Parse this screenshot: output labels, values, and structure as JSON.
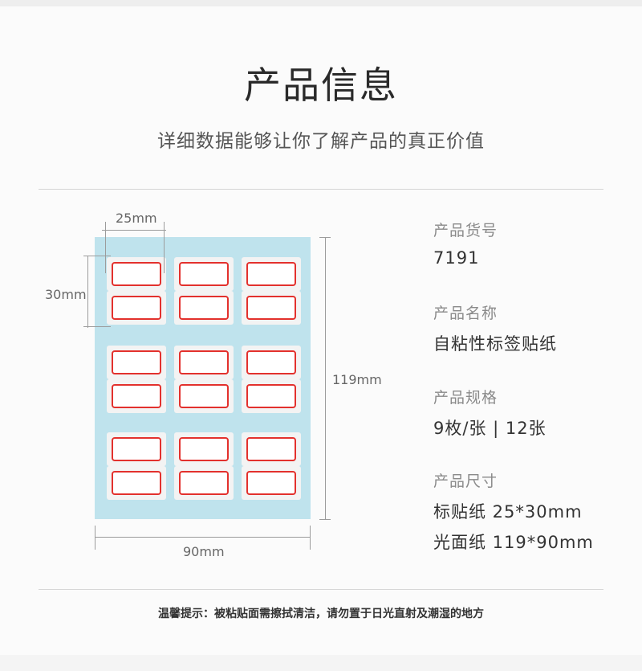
{
  "header": {
    "title": "产品信息",
    "subtitle": "详细数据能够让你了解产品的真正价值"
  },
  "diagram": {
    "dim_width_label": "25mm",
    "dim_height_label": "30mm",
    "sheet_height_label": "119mm",
    "sheet_width_label": "90mm",
    "sticker_fill": "#ffffff",
    "sticker_border_color": "#e3312d",
    "sheet_color": "#bfe3ed"
  },
  "specs": {
    "item_no_label": "产品货号",
    "item_no_value": "7191",
    "name_label": "产品名称",
    "name_value": "自粘性标签贴纸",
    "spec_label": "产品规格",
    "spec_value": "9枚/张 | 12张",
    "size_label": "产品尺寸",
    "size_value_1": "标贴纸 25*30mm",
    "size_value_2": "光面纸 119*90mm"
  },
  "footer": {
    "tip": "温馨提示：被粘贴面需擦拭清洁，请勿置于日光直射及潮湿的地方"
  }
}
